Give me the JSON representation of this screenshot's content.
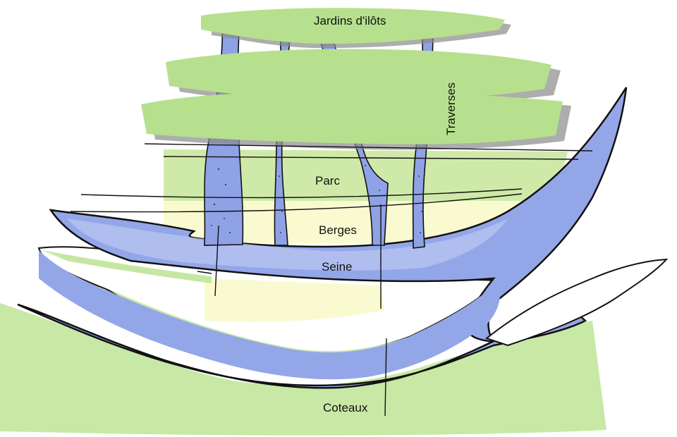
{
  "labels": {
    "jardins": "Jardins d'ilôts",
    "traverses": "Traverses",
    "parc": "Parc",
    "berges": "Berges",
    "seine": "Seine",
    "coteaux": "Coteaux"
  },
  "colors": {
    "green": "#b6e08d",
    "green_light": "#d8eec0",
    "yellow": "#fbfbd8",
    "water": "#8c9fe6",
    "water_light": "#b3c0ef",
    "shadow": "#8a8a8a",
    "ink": "#111111"
  }
}
